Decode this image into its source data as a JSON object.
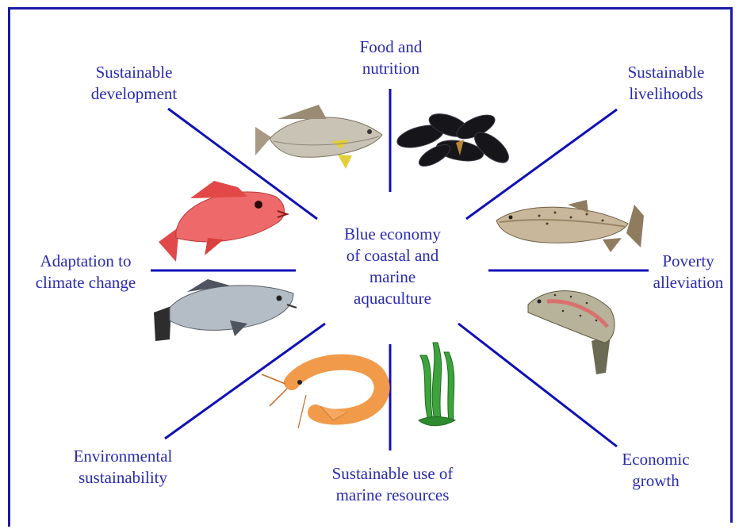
{
  "center": "Blue economy\nof coastal and\nmarine\naquaculture",
  "labels": {
    "food": "Food and\nnutrition",
    "sustainable_development": "Sustainable\ndevelopment",
    "sustainable_livelihoods": "Sustainable\nlivelihoods",
    "adaptation": "Adaptation to\nclimate change",
    "poverty": "Poverty\nalleviation",
    "environmental": "Environmental\nsustainability",
    "sustainable_use": "Sustainable use of\nmarine resources",
    "economic": "Economic\ngrowth"
  },
  "colors": {
    "line": "#1010b8",
    "text": "#2a2ab0",
    "frame": "#1a1aa8"
  },
  "images": [
    "barramundi-fish-illustration",
    "mussels-illustration",
    "red-snapper-illustration",
    "salmon-illustration",
    "sea-bass-illustration",
    "rainbow-trout-illustration",
    "shrimp-illustration",
    "seaweed-illustration"
  ]
}
